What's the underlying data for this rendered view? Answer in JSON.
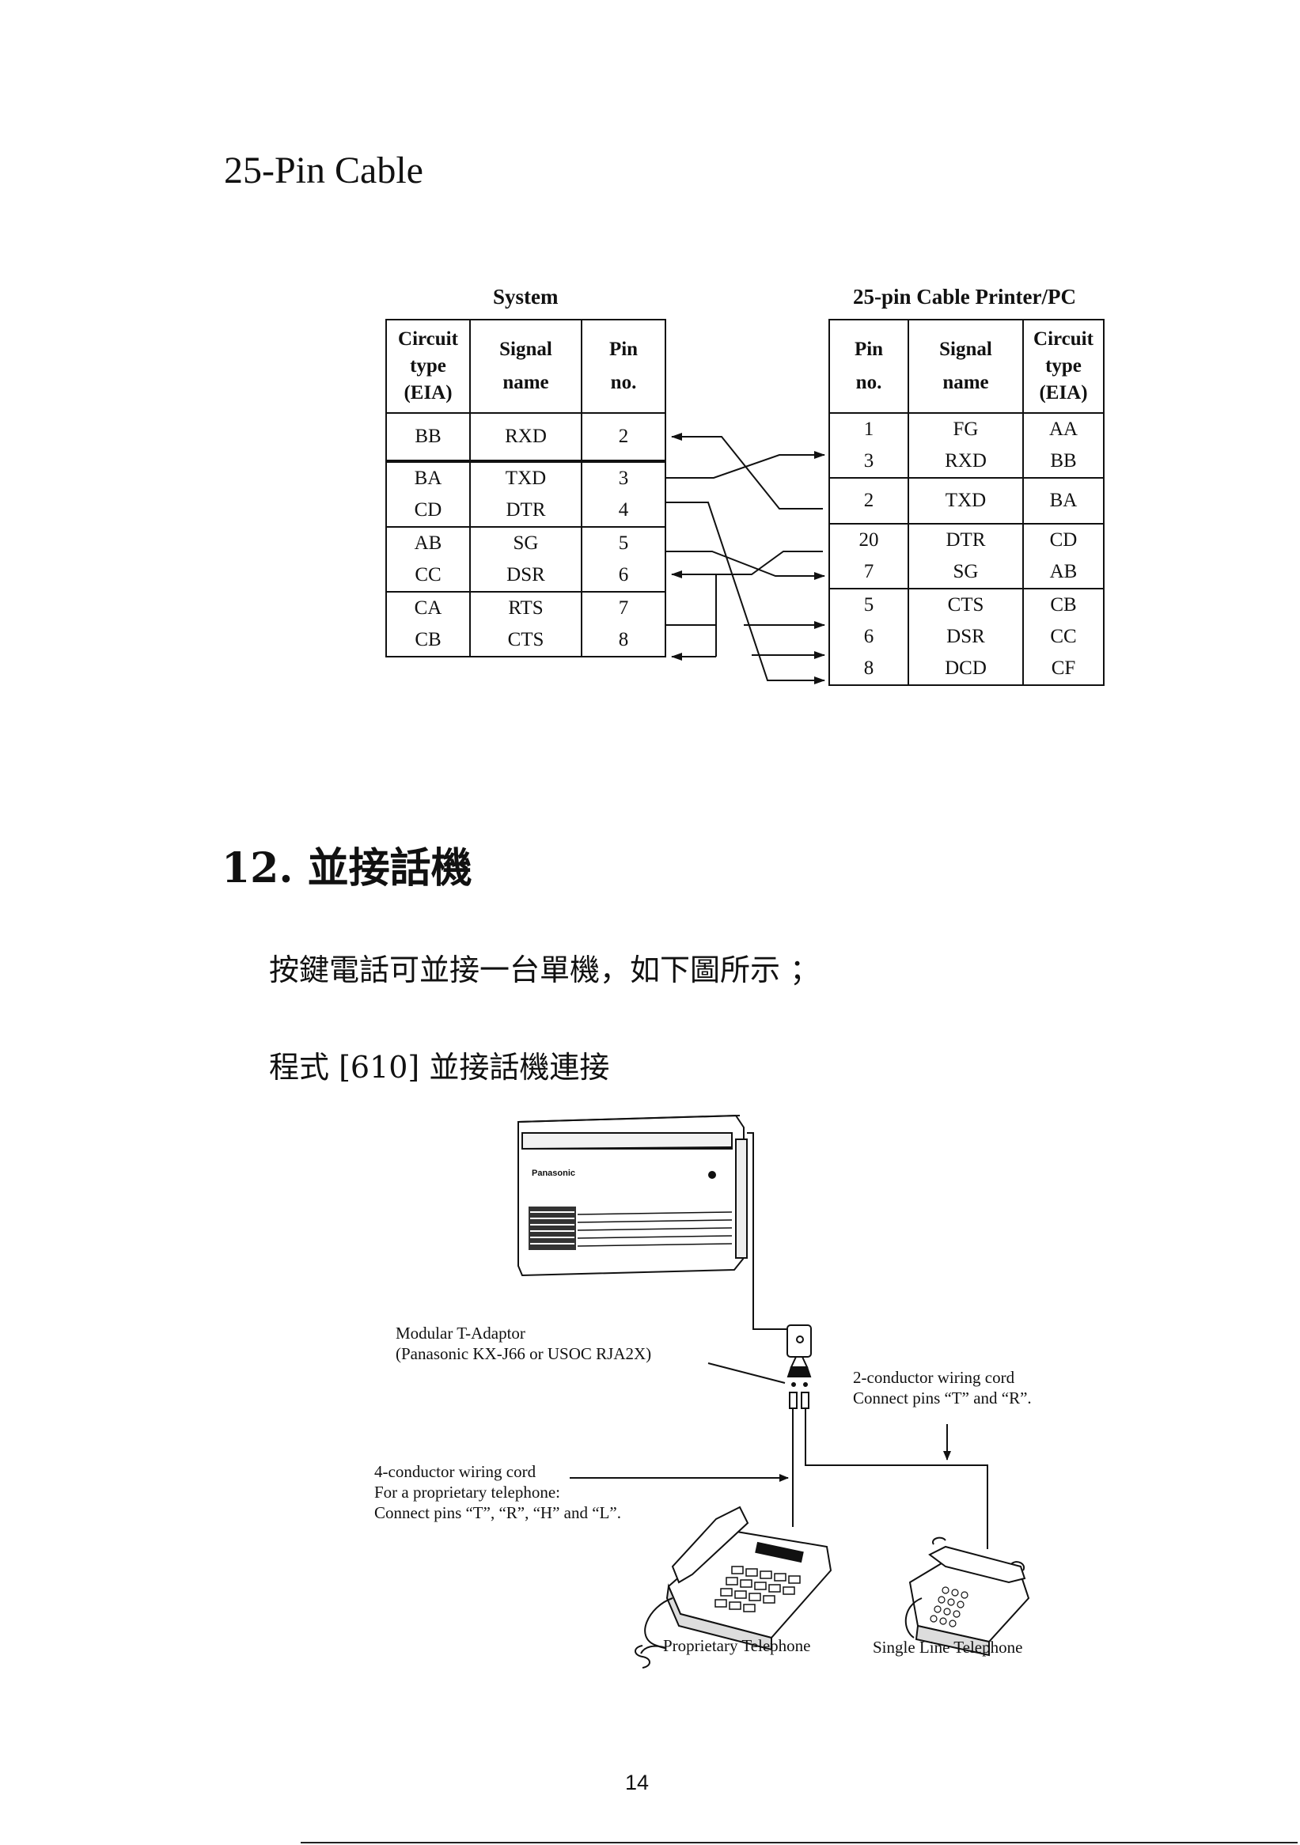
{
  "section_title": "25-Pin Cable",
  "system_caption": "System",
  "printer_caption": "25-pin Cable Printer/PC",
  "system_table": {
    "headers": [
      "Circuit\ntype\n(EIA)",
      "Signal\nname",
      "Pin\nno."
    ],
    "rows": [
      [
        "BB",
        "RXD",
        "2"
      ],
      [
        "BA",
        "TXD",
        "3"
      ],
      [
        "CD",
        "DTR",
        "4"
      ],
      [
        "AB",
        "SG",
        "5"
      ],
      [
        "CC",
        "DSR",
        "6"
      ],
      [
        "CA",
        "RTS",
        "7"
      ],
      [
        "CB",
        "CTS",
        "8"
      ]
    ]
  },
  "printer_table": {
    "headers": [
      "Pin\nno.",
      "Signal\nname",
      "Circuit\ntype\n(EIA)"
    ],
    "rows": [
      [
        "1",
        "FG",
        "AA"
      ],
      [
        "3",
        "RXD",
        "BB"
      ],
      [
        "2",
        "TXD",
        "BA"
      ],
      [
        "20",
        "DTR",
        "CD"
      ],
      [
        "7",
        "SG",
        "AB"
      ],
      [
        "5",
        "CTS",
        "CB"
      ],
      [
        "6",
        "DSR",
        "CC"
      ],
      [
        "8",
        "DCD",
        "CF"
      ]
    ]
  },
  "section2_title": "12. 並接話機",
  "para1": "按鍵電話可並接一台單機，如下圖所示 ；",
  "para2": "程式 [610] 並接話機連接",
  "diagram": {
    "brand": "Panasonic",
    "adaptor_label": "Modular T-Adaptor\n(Panasonic KX-J66 or USOC RJA2X)",
    "two_conductor_label": "2-conductor wiring cord\nConnect pins “T” and “R”.",
    "four_conductor_label": "4-conductor wiring cord\nFor a proprietary telephone:\nConnect pins “T”, “R”, “H” and “L”.",
    "proprietary_label": "Proprietary Telephone",
    "single_line_label": "Single Line Telephone"
  },
  "page_number": "14"
}
